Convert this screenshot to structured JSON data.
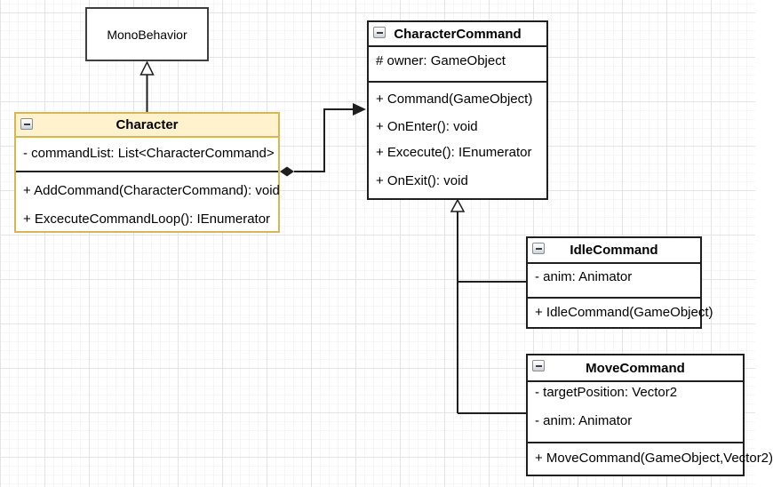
{
  "diagram": {
    "tool_hint": "UML class diagram",
    "colors": {
      "canvas_bg": "#ffffff",
      "grid_minor": "#f6f6f6",
      "grid_major": "#e4e4e4",
      "box_stroke": "#1f1f1f",
      "highlight_fill": "#fff2cc",
      "highlight_stroke": "#d6b656",
      "text": "#000000"
    },
    "classes": {
      "monobehavior": {
        "title": "MonoBehavior"
      },
      "character": {
        "title": "Character",
        "fields": [
          "- commandList: List<CharacterCommand>"
        ],
        "methods": [
          "+ AddCommand(CharacterCommand): void",
          "+ ExcecuteCommandLoop(): IEnumerator"
        ]
      },
      "characterCommand": {
        "title": "CharacterCommand",
        "fields": [
          "# owner: GameObject"
        ],
        "methods": [
          "+ Command(GameObject)",
          "+ OnEnter(): void",
          "+ Excecute(): IEnumerator",
          "+ OnExit(): void"
        ]
      },
      "idleCommand": {
        "title": "IdleCommand",
        "fields": [
          "- anim: Animator"
        ],
        "methods": [
          "+ IdleCommand(GameObject)"
        ]
      },
      "moveCommand": {
        "title": "MoveCommand",
        "fields": [
          "- targetPosition: Vector2",
          "- anim: Animator"
        ],
        "methods": [
          "+ MoveCommand(GameObject,Vector2)"
        ]
      }
    },
    "relationships": [
      {
        "from": "Character",
        "to": "MonoBehavior",
        "type": "generalization"
      },
      {
        "from": "Character",
        "to": "CharacterCommand",
        "type": "association-with-diamond"
      },
      {
        "from": "IdleCommand",
        "to": "CharacterCommand",
        "type": "generalization"
      },
      {
        "from": "MoveCommand",
        "to": "CharacterCommand",
        "type": "generalization"
      }
    ]
  }
}
